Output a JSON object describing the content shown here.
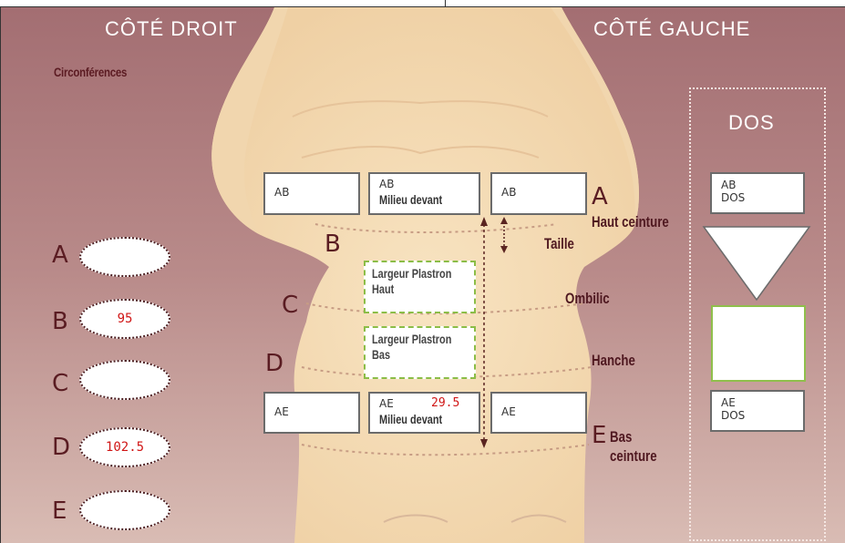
{
  "header": {
    "title_right": "CÔTÉ DROIT",
    "title_left": "CÔTÉ GAUCHE",
    "circumferences": "Circonférences",
    "dos_title": "DOS"
  },
  "colors": {
    "background_rose": "#b58486",
    "body_skin": "#f4dcb6",
    "dark_label": "#4f1820",
    "value_red": "#d01515",
    "plastron_green": "#8bbd47"
  },
  "circumference_fields": [
    {
      "letter": "A",
      "value": ""
    },
    {
      "letter": "B",
      "value": "95"
    },
    {
      "letter": "C",
      "value": ""
    },
    {
      "letter": "D",
      "value": "102.5"
    },
    {
      "letter": "E",
      "value": ""
    }
  ],
  "body_letters": {
    "B": "B",
    "C": "C",
    "D": "D",
    "A": "A",
    "E": "E"
  },
  "body_labels": {
    "haut_ceinture": "Haut ceinture",
    "taille": "Taille",
    "ombilic": "Ombilic",
    "hanche": "Hanche",
    "bas": "Bas",
    "ceinture": "ceinture"
  },
  "ab_row": {
    "right": {
      "label": "AB"
    },
    "center": {
      "label": "AB",
      "sublabel": "Milieu devant"
    },
    "left": {
      "label": "AB"
    }
  },
  "ae_row": {
    "right": {
      "label": "AE"
    },
    "center": {
      "label": "AE",
      "sublabel": "Milieu devant",
      "value": "29.5"
    },
    "left": {
      "label": "AE"
    }
  },
  "plastron": {
    "haut": {
      "line1": "Largeur Plastron",
      "line2": "Haut"
    },
    "bas": {
      "line1": "Largeur Plastron",
      "line2": "Bas"
    }
  },
  "dos": {
    "ab": {
      "line1": "AB",
      "line2": "DOS"
    },
    "ae": {
      "line1": "AE",
      "line2": "DOS"
    },
    "field_value": ""
  }
}
